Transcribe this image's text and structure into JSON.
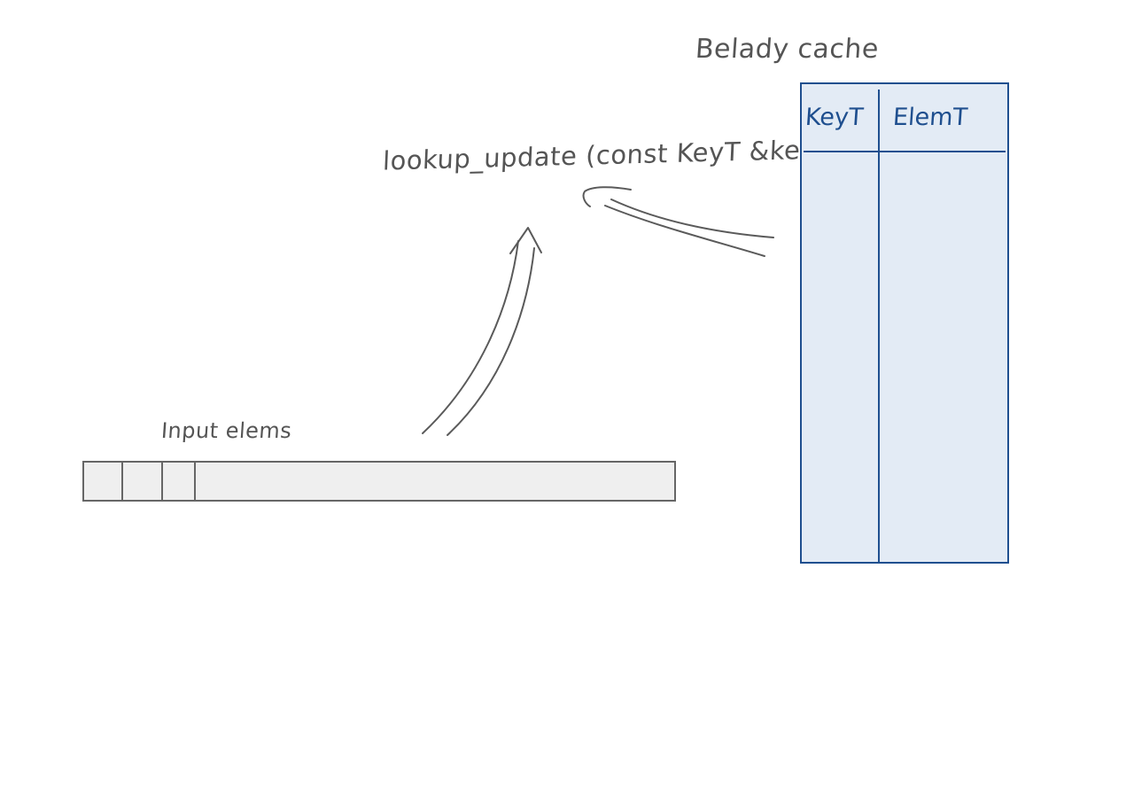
{
  "cache": {
    "title": "Belady cache",
    "columns": [
      "KeyT",
      "ElemT"
    ]
  },
  "function": {
    "label": "lookup_update (const KeyT &key)"
  },
  "input": {
    "label": "Input elems",
    "cells": 4
  },
  "colors": {
    "pencil": "#555555",
    "table_border": "#1f4f8f",
    "table_fill": "#e3ebf5",
    "array_fill": "#efefef"
  }
}
